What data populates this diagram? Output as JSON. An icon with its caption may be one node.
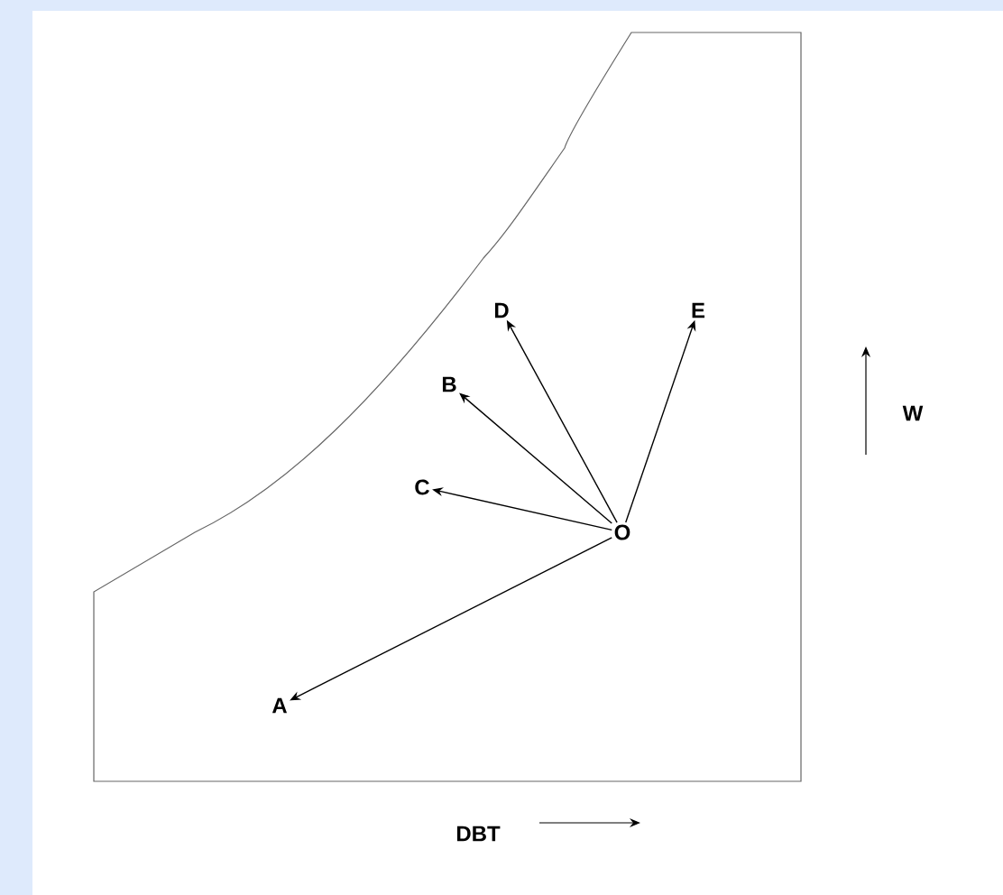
{
  "diagram": {
    "nodes": [
      {
        "text": [
          "O"
        ]
      },
      {
        "text": [
          "A"
        ]
      },
      {
        "text": [
          "B"
        ]
      },
      {
        "text": [
          "C"
        ]
      },
      {
        "text": [
          "D"
        ]
      },
      {
        "text": [
          "E"
        ]
      }
    ],
    "edges": [
      {
        "from": 0,
        "to": 1,
        "arrow": "to"
      },
      {
        "from": 0,
        "to": 2,
        "arrow": "to"
      },
      {
        "from": 0,
        "to": 3,
        "arrow": "to"
      },
      {
        "from": 0,
        "to": 4,
        "arrow": "to"
      },
      {
        "from": 0,
        "to": 5,
        "arrow": "to"
      }
    ],
    "labels": [
      "W",
      "DBT"
    ]
  }
}
